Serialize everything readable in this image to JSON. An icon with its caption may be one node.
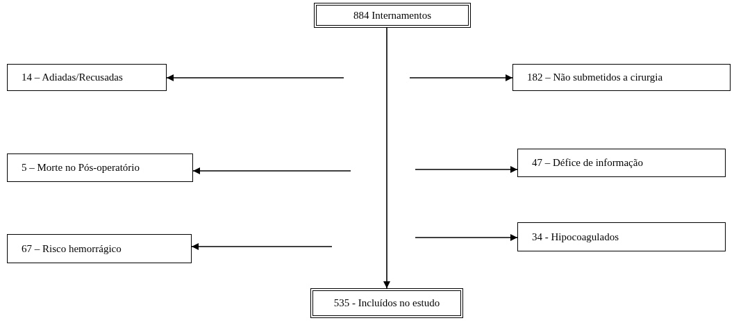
{
  "diagram": {
    "nodes": [
      {
        "text": [
          "884 Internamentos"
        ]
      },
      {
        "text": [
          "14 – Adiadas/Recusadas"
        ]
      },
      {
        "text": [
          "182 – Não submetidos a cirurgia"
        ]
      },
      {
        "text": [
          "5 – Morte no Pós-operatório"
        ]
      },
      {
        "text": [
          "47 – Défice de informação"
        ]
      },
      {
        "text": [
          "67 – Risco hemorrágico"
        ]
      },
      {
        "text": [
          "34 - Hipocoagulados"
        ]
      },
      {
        "text": [
          "535 - Incluídos no estudo"
        ]
      }
    ],
    "edges": [
      {
        "from": 0,
        "to": 7,
        "arrow": "to"
      },
      {
        "from": null,
        "to": 1,
        "arrow": "to"
      },
      {
        "from": null,
        "to": 2,
        "arrow": "to"
      },
      {
        "from": null,
        "to": 3,
        "arrow": "to"
      },
      {
        "from": null,
        "to": 4,
        "arrow": "to"
      },
      {
        "from": null,
        "to": 5,
        "arrow": "to"
      },
      {
        "from": null,
        "to": 6,
        "arrow": "to"
      }
    ]
  }
}
